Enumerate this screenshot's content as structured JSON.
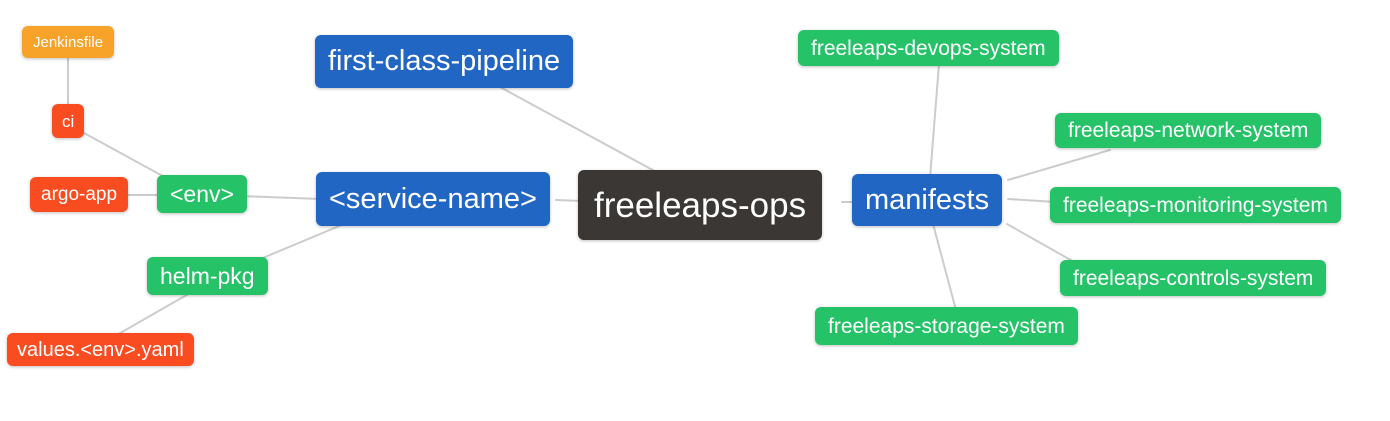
{
  "diagram": {
    "type": "mindmap",
    "nodes": {
      "root": {
        "label": "freeleaps-ops"
      },
      "first_class_pipeline": {
        "label": "first-class-pipeline"
      },
      "service_name": {
        "label": "<service-name>"
      },
      "manifests": {
        "label": "manifests"
      },
      "env": {
        "label": "<env>"
      },
      "helm_pkg": {
        "label": "helm-pkg"
      },
      "ci": {
        "label": "ci"
      },
      "argo_app": {
        "label": "argo-app"
      },
      "jenkinsfile": {
        "label": "Jenkinsfile"
      },
      "values_env_yaml": {
        "label": "values.<env>.yaml"
      },
      "devops_system": {
        "label": "freeleaps-devops-system"
      },
      "network_system": {
        "label": "freeleaps-network-system"
      },
      "monitoring_system": {
        "label": "freeleaps-monitoring-system"
      },
      "controls_system": {
        "label": "freeleaps-controls-system"
      },
      "storage_system": {
        "label": "freeleaps-storage-system"
      }
    },
    "edges": [
      {
        "from": "jenkinsfile",
        "to": "ci"
      },
      {
        "from": "ci",
        "to": "env"
      },
      {
        "from": "argo_app",
        "to": "env"
      },
      {
        "from": "env",
        "to": "service_name"
      },
      {
        "from": "helm_pkg",
        "to": "service_name"
      },
      {
        "from": "values_env_yaml",
        "to": "helm_pkg"
      },
      {
        "from": "first_class_pipeline",
        "to": "root"
      },
      {
        "from": "service_name",
        "to": "root"
      },
      {
        "from": "root",
        "to": "manifests"
      },
      {
        "from": "manifests",
        "to": "devops_system"
      },
      {
        "from": "manifests",
        "to": "network_system"
      },
      {
        "from": "manifests",
        "to": "monitoring_system"
      },
      {
        "from": "manifests",
        "to": "controls_system"
      },
      {
        "from": "manifests",
        "to": "storage_system"
      }
    ],
    "colors": {
      "root_node": "#3b3735",
      "branch_node": "#2266c3",
      "green_node": "#25c268",
      "red_node": "#f94d21",
      "orange_node": "#f7a329",
      "edge_line": "#cccccc",
      "node_text": "#ffffff",
      "background": "#ffffff"
    }
  }
}
